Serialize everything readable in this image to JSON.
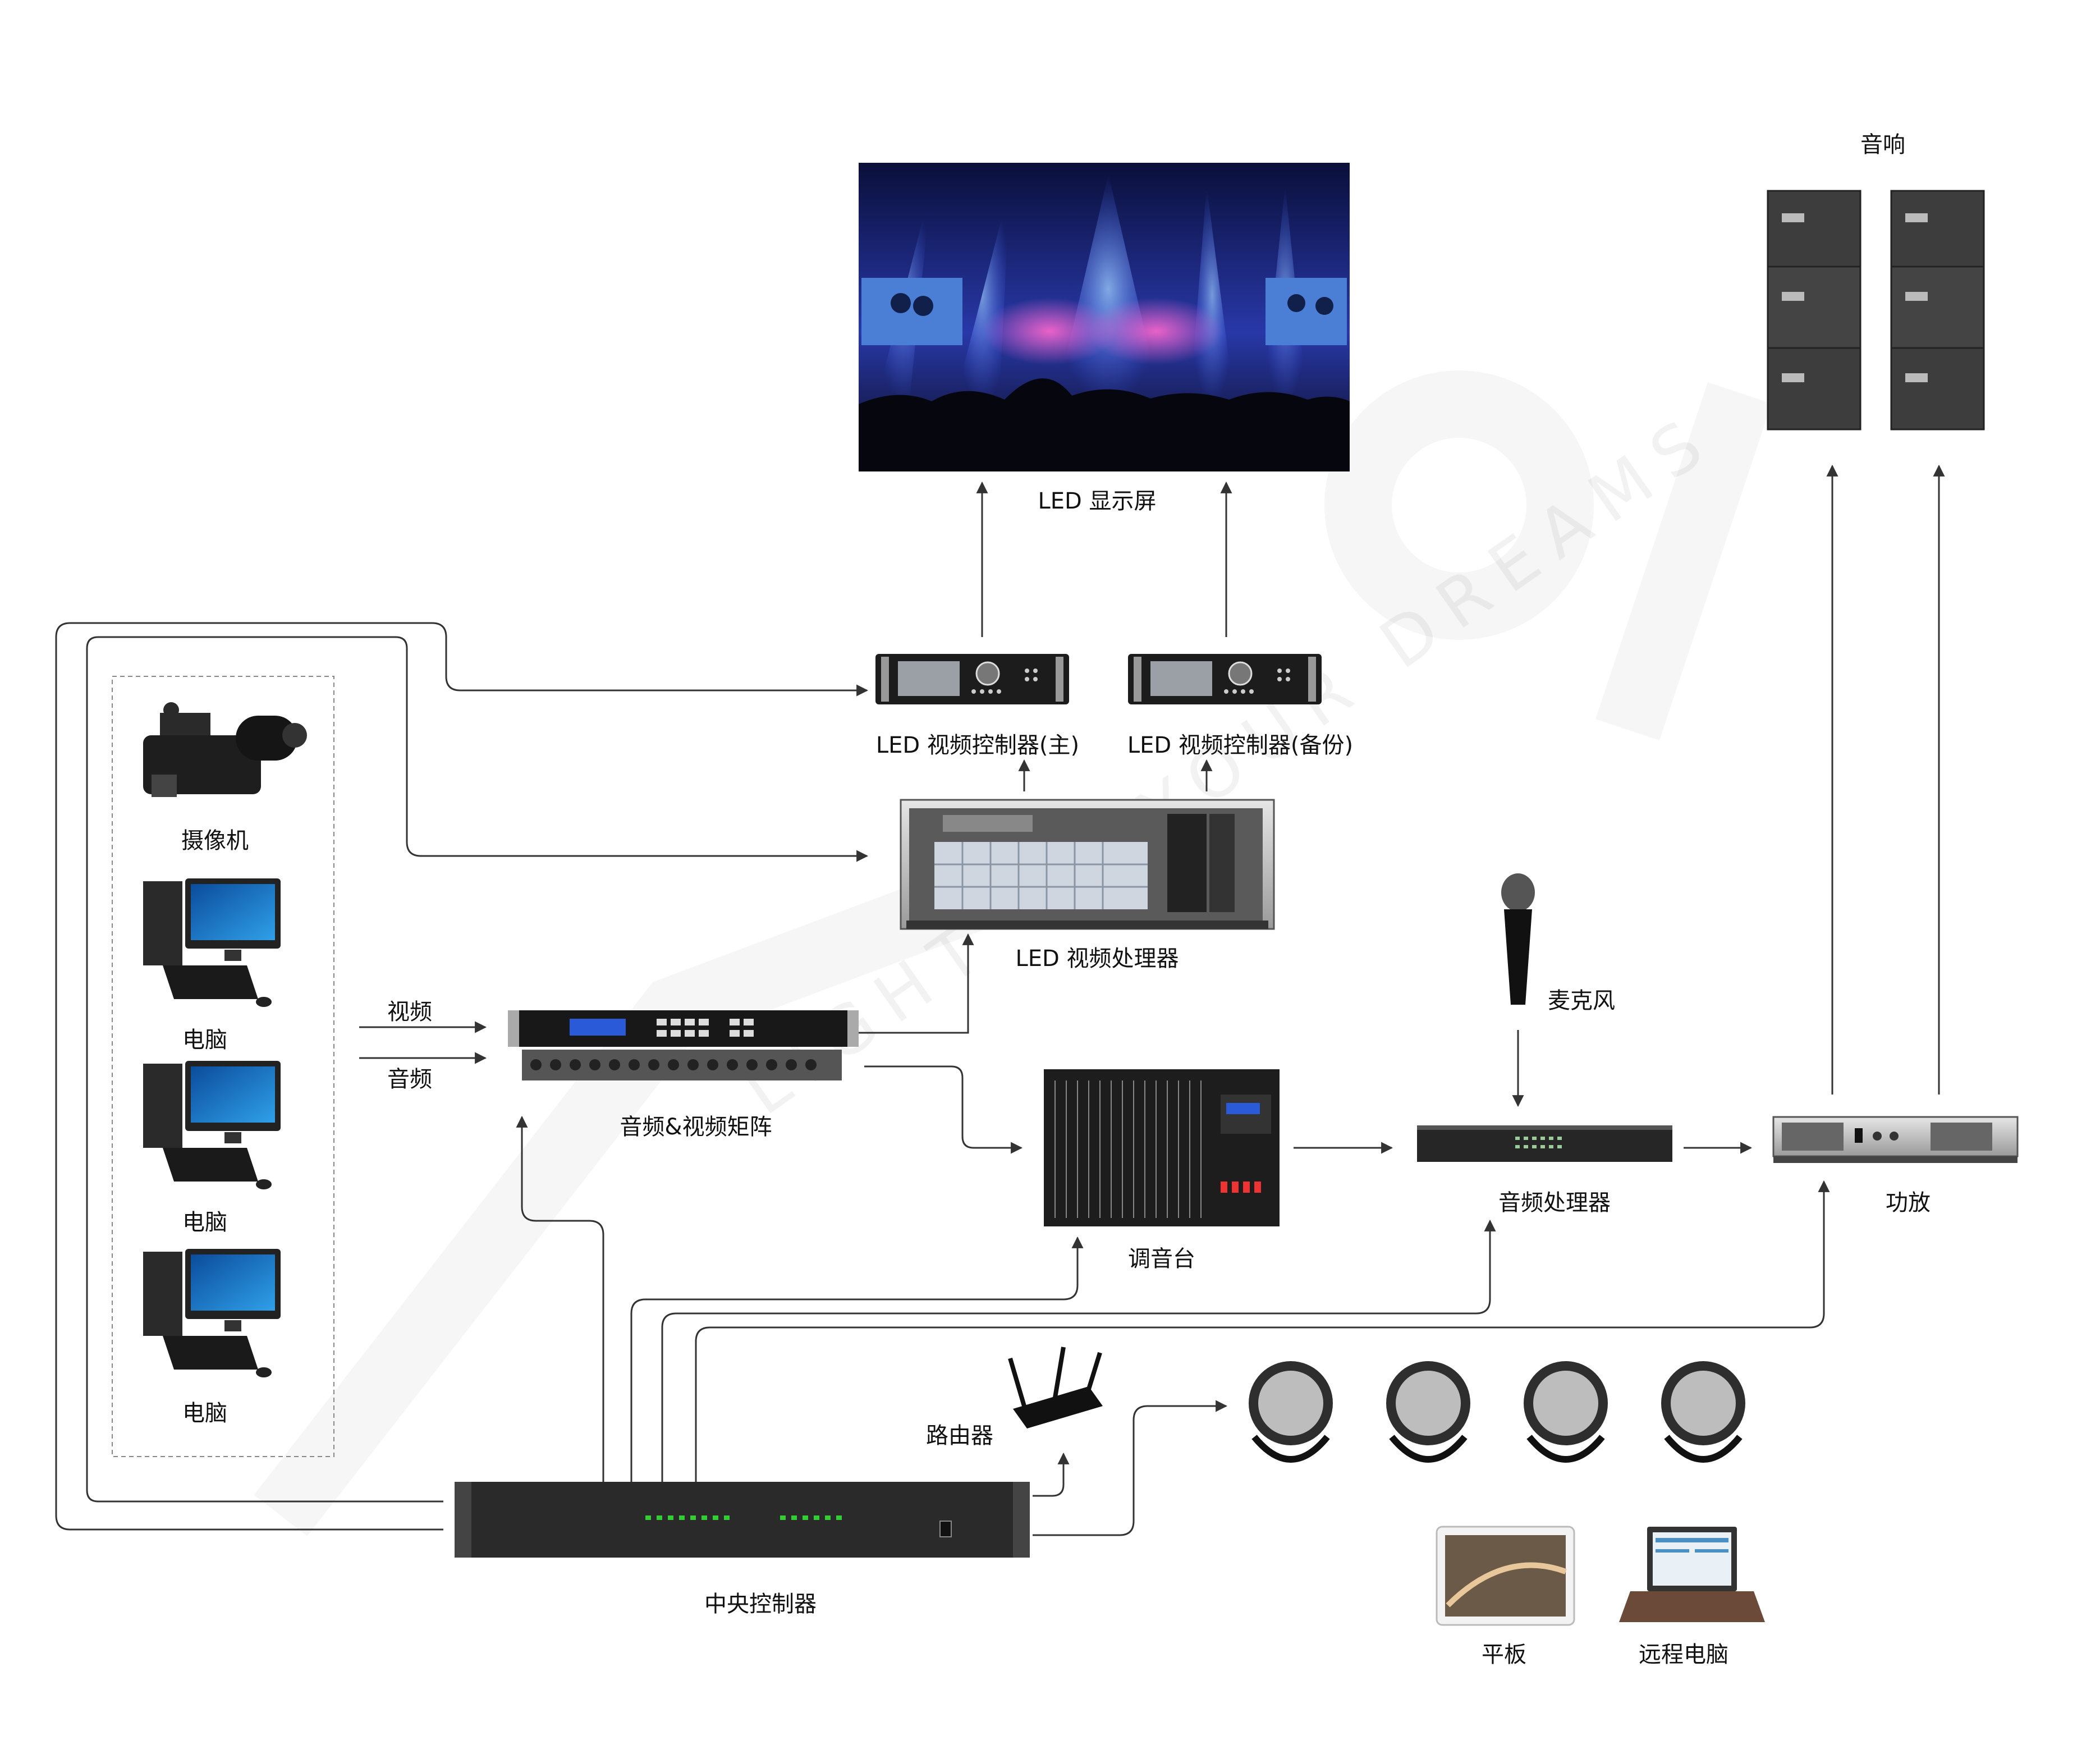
{
  "devices": {
    "led_screen": "LED 显示屏",
    "speakers": "音响",
    "controller_main": "LED 视频控制器(主)",
    "controller_backup": "LED 视频控制器(备份)",
    "video_processor": "LED 视频处理器",
    "camera": "摄像机",
    "pc1": "电脑",
    "pc2": "电脑",
    "pc3": "电脑",
    "matrix": "音频&视频矩阵",
    "microphone": "麦克风",
    "mixer": "调音台",
    "audio_processor": "音频处理器",
    "amplifier": "功放",
    "router": "路由器",
    "central_controller": "中央控制器",
    "tablet": "平板",
    "remote_pc": "远程电脑"
  },
  "signals": {
    "video": "视频",
    "audio": "音频"
  },
  "watermark": "LIGHT UP YOUR DREAMS",
  "colors": {
    "wire": "#333333",
    "device_dark": "#1a1a1a",
    "screen_blue": "#1d3a8a"
  }
}
